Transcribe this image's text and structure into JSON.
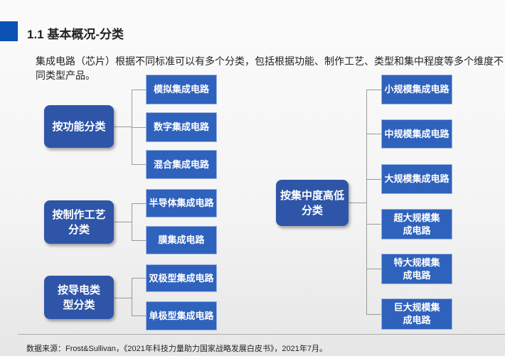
{
  "title": "1.1 基本概况-分类",
  "intro": "集成电路（芯片）根据不同标准可以有多个分类，包括根据功能、制作工艺、类型和集中程度等多个维度不同类型产品。",
  "groups": [
    {
      "label": "按功能分类",
      "items": [
        "模拟集成电路",
        "数字集成电路",
        "混合集成电路"
      ]
    },
    {
      "label": "按制作工艺分类",
      "items": [
        "半导体集成电路",
        "膜集成电路"
      ]
    },
    {
      "label": "按导电类型分类",
      "items": [
        "双极型集成电路",
        "单极型集成电路"
      ]
    },
    {
      "label": "按集中度高低分类",
      "items": [
        "小规模集成电路",
        "中规模集成电路",
        "大规模集成电路",
        "超大规模集成电路",
        "特大规模集成电路",
        "巨大规模集成电路"
      ]
    }
  ],
  "source": "数据来源：Frost&Sullivan，《2021年科技力量助力国家战略发展白皮书》，2021年7月。"
}
